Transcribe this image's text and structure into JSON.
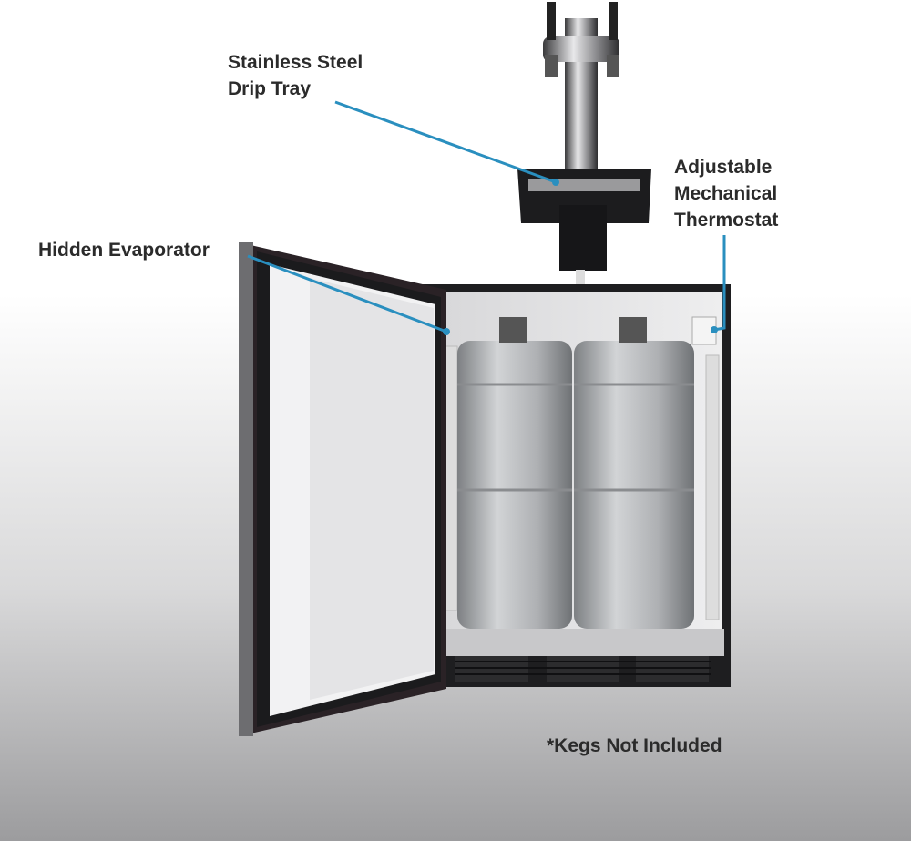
{
  "callouts": {
    "drip_tray": [
      "Stainless Steel",
      "Drip Tray"
    ],
    "thermostat": [
      "Adjustable",
      "Mechanical",
      "Thermostat"
    ],
    "evaporator": "Hidden Evaporator"
  },
  "footnote": "*Kegs Not Included",
  "colors": {
    "callout_line": "#2a8fbf",
    "cabinet": "#1e1e20",
    "keg": "#b5b7b9"
  }
}
